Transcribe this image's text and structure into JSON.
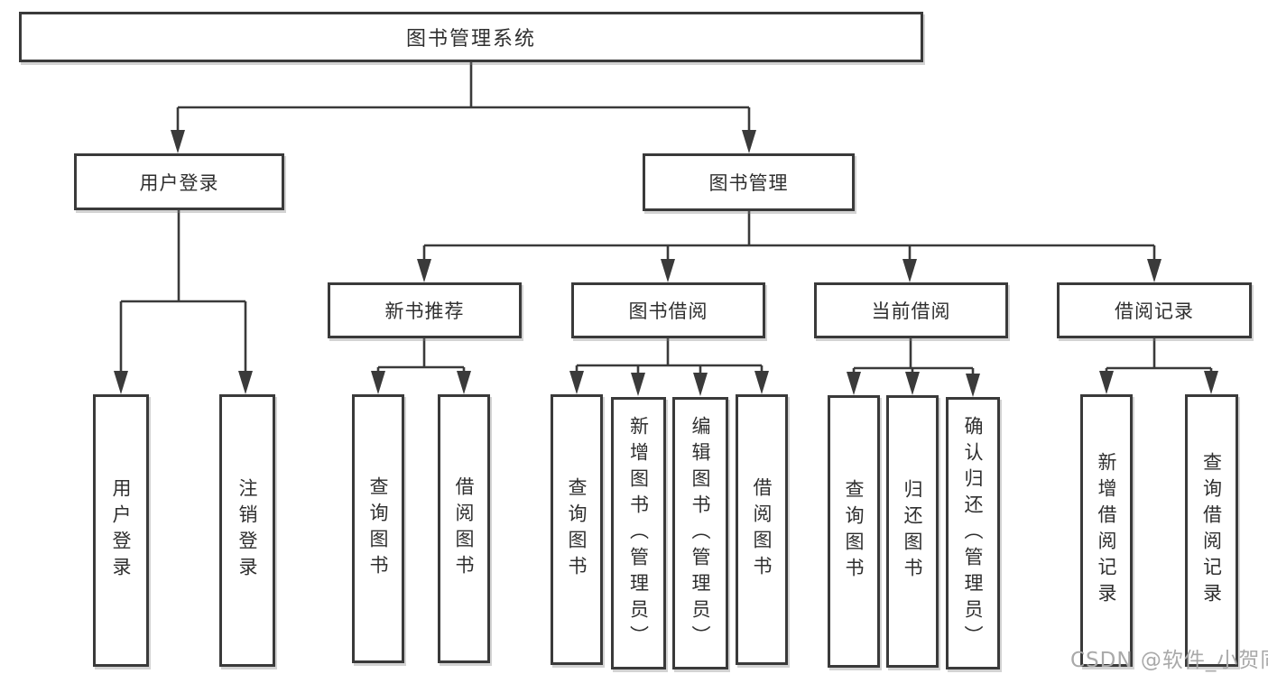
{
  "watermark": "CSDN @软件_小贺同学",
  "colors": {
    "line": "#3a3a3a",
    "box_border": "#3a3a3a",
    "text": "#2f2f2f",
    "watermark": "#a9a9a9",
    "background": "#ffffff"
  },
  "tree": {
    "label": "图书管理系统",
    "children": [
      {
        "label": "用户登录",
        "children": [
          {
            "label": "用户登录"
          },
          {
            "label": "注销登录"
          }
        ]
      },
      {
        "label": "图书管理",
        "children": [
          {
            "label": "新书推荐",
            "children": [
              {
                "label": "查询图书"
              },
              {
                "label": "借阅图书"
              }
            ]
          },
          {
            "label": "图书借阅",
            "children": [
              {
                "label": "查询图书"
              },
              {
                "label": "新增图书（管理员）"
              },
              {
                "label": "编辑图书（管理员）"
              },
              {
                "label": "借阅图书"
              }
            ]
          },
          {
            "label": "当前借阅",
            "children": [
              {
                "label": "查询图书"
              },
              {
                "label": "归还图书"
              },
              {
                "label": "确认归还（管理员）"
              }
            ]
          },
          {
            "label": "借阅记录",
            "children": [
              {
                "label": "新增借阅记录"
              },
              {
                "label": "查询借阅记录"
              }
            ]
          }
        ]
      }
    ]
  }
}
